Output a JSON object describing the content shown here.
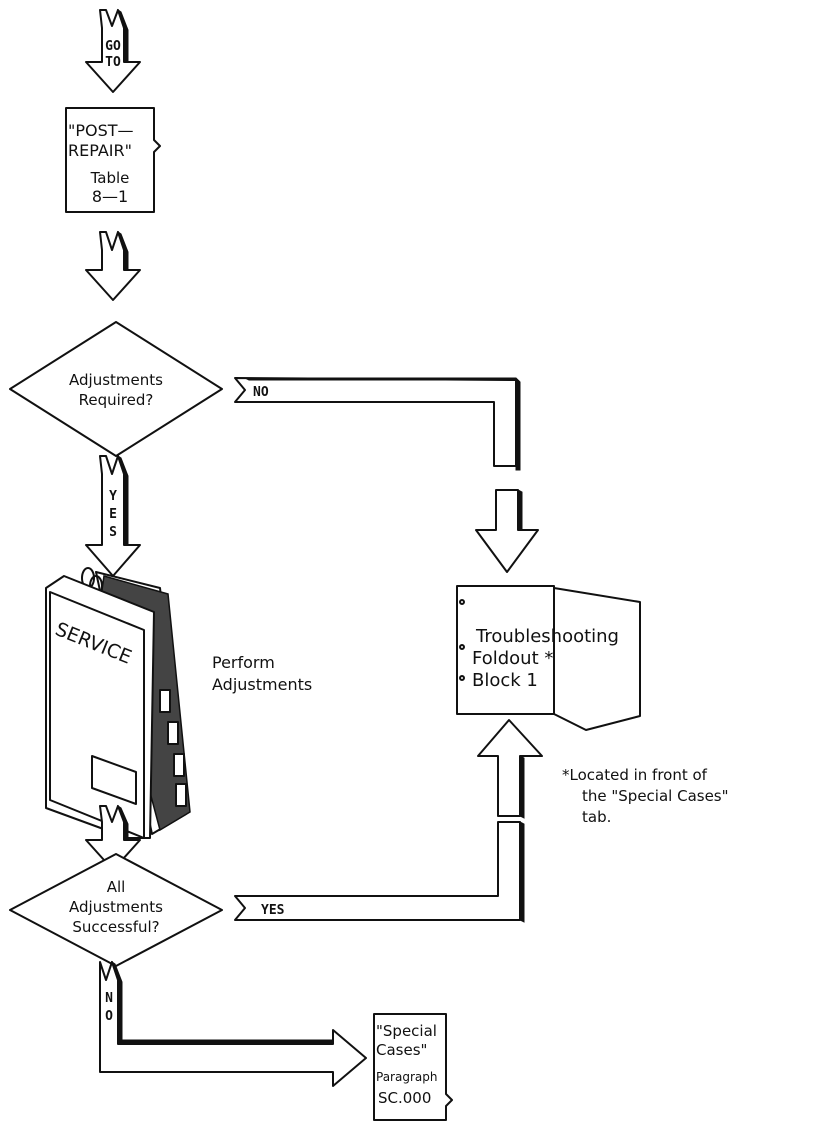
{
  "goto_arrow": {
    "line1": "GO",
    "line2": "TO"
  },
  "post_repair": {
    "line1": "\"POST—",
    "line2": "REPAIR\"",
    "line3": "Table",
    "line4": "8—1"
  },
  "decision_adjust": {
    "line1": "Adjustments",
    "line2": "Required?"
  },
  "no_branch": {
    "label": "NO"
  },
  "yes_arrow": {
    "letters": [
      "Y",
      "E",
      "S"
    ]
  },
  "service_book": {
    "cover_label": "SERVICE"
  },
  "perform": {
    "line1": "Perform",
    "line2": "Adjustments"
  },
  "foldout": {
    "line1": "Troubleshooting",
    "line2": "Foldout  *",
    "line3": "Block  1"
  },
  "footnote": {
    "line1": "*Located in front of",
    "line2": "the \"Special Cases\"",
    "line3": "tab."
  },
  "decision_success": {
    "line1": "All",
    "line2": "Adjustments",
    "line3": "Successful?"
  },
  "yes_branch": {
    "label": "YES"
  },
  "no_arrow": {
    "letters": [
      "N",
      "O"
    ]
  },
  "special_cases": {
    "line1": "\"Special",
    "line2": "Cases\"",
    "line3": "Paragraph",
    "line4": "SC.000"
  }
}
